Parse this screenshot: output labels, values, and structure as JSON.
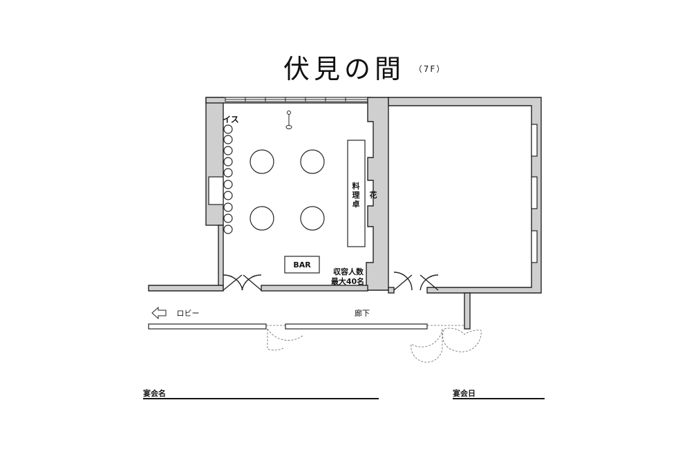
{
  "title": {
    "main": "伏見の間",
    "floor": "（7F）"
  },
  "labels": {
    "chairs": "イス",
    "cooking_table": [
      "料",
      "理",
      "卓"
    ],
    "flowers": "花",
    "bar": "BAR",
    "capacity_line1": "収容人数",
    "capacity_line2": "最大40名",
    "lobby": "ロビー",
    "corridor": "廊下"
  },
  "form": {
    "event_name_label": "宴会名",
    "event_date_label": "宴会日"
  },
  "icons": {
    "lobby_direction": "arrow-left-outline-icon"
  }
}
